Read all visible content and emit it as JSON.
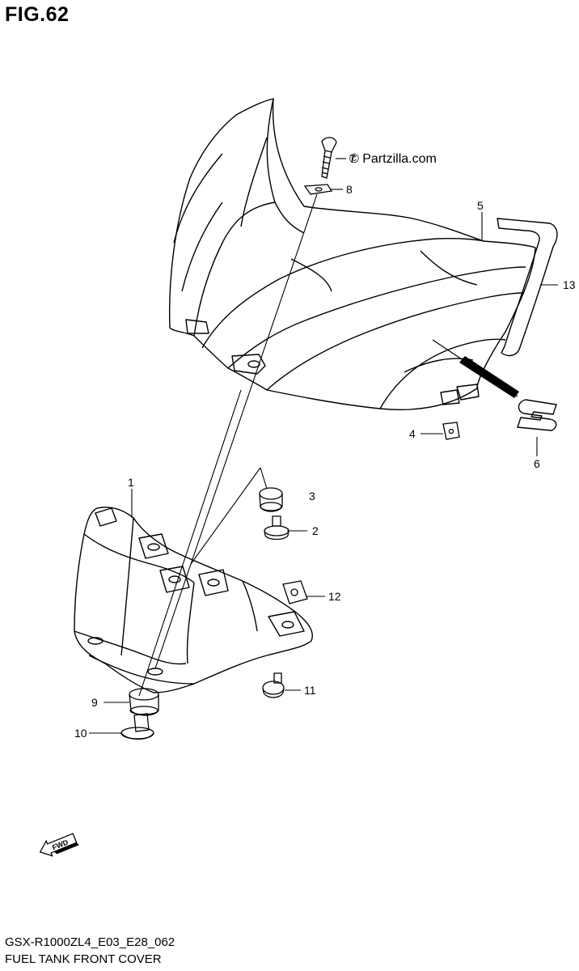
{
  "figure": {
    "title": "FIG.62",
    "watermark": "© Partzilla.com",
    "diagram_code": "GSX-R1000ZL4_E03_E28_062",
    "caption": "FUEL TANK FRONT COVER",
    "fwd_label": "FWD"
  },
  "callouts": [
    {
      "id": "1",
      "label": "1"
    },
    {
      "id": "2",
      "label": "2"
    },
    {
      "id": "3",
      "label": "3"
    },
    {
      "id": "4",
      "label": "4"
    },
    {
      "id": "5",
      "label": "5"
    },
    {
      "id": "6",
      "label": "6"
    },
    {
      "id": "7",
      "label": "7"
    },
    {
      "id": "8",
      "label": "8"
    },
    {
      "id": "9",
      "label": "9"
    },
    {
      "id": "10",
      "label": "10"
    },
    {
      "id": "11",
      "label": "11"
    },
    {
      "id": "12",
      "label": "12"
    },
    {
      "id": "13",
      "label": "13"
    }
  ]
}
